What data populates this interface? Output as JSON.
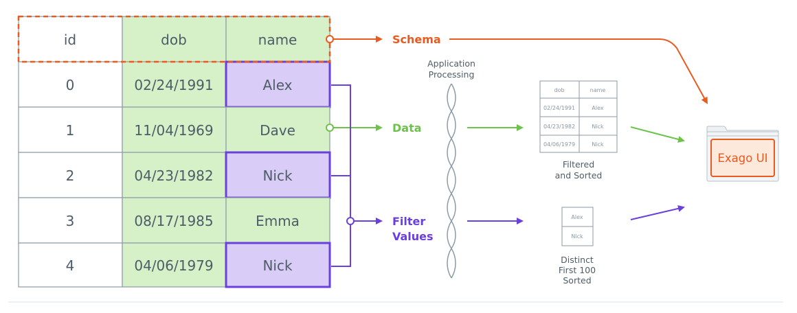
{
  "table": {
    "headers": [
      "id",
      "dob",
      "name"
    ],
    "rows": [
      [
        "0",
        "02/24/1991",
        "Alex"
      ],
      [
        "1",
        "11/04/1969",
        "Dave"
      ],
      [
        "2",
        "04/23/1982",
        "Nick"
      ],
      [
        "3",
        "08/17/1985",
        "Emma"
      ],
      [
        "4",
        "04/06/1979",
        "Nick"
      ]
    ]
  },
  "labels": {
    "schema": "Schema",
    "data": "Data",
    "filter_line1": "Filter",
    "filter_line2": "Values",
    "processing_line1": "Application",
    "processing_line2": "Processing"
  },
  "filtered_table": {
    "headers": [
      "dob",
      "name"
    ],
    "rows": [
      [
        "02/24/1991",
        "Alex"
      ],
      [
        "04/23/1982",
        "Nick"
      ],
      [
        "04/06/1979",
        "Nick"
      ]
    ],
    "caption_line1": "Filtered",
    "caption_line2": "and Sorted"
  },
  "filter_list": {
    "items": [
      "Alex",
      "Nick"
    ],
    "caption_line1": "Distinct",
    "caption_line2": "First 100",
    "caption_line3": "Sorted"
  },
  "target": {
    "label": "Exago UI"
  },
  "colors": {
    "schema": "#e85a1e",
    "data": "#6cc24a",
    "filter": "#6a3fe0",
    "cell_green": "#d6f0c8",
    "cell_purple": "#d9ccf6",
    "border": "#8a9aa6"
  }
}
